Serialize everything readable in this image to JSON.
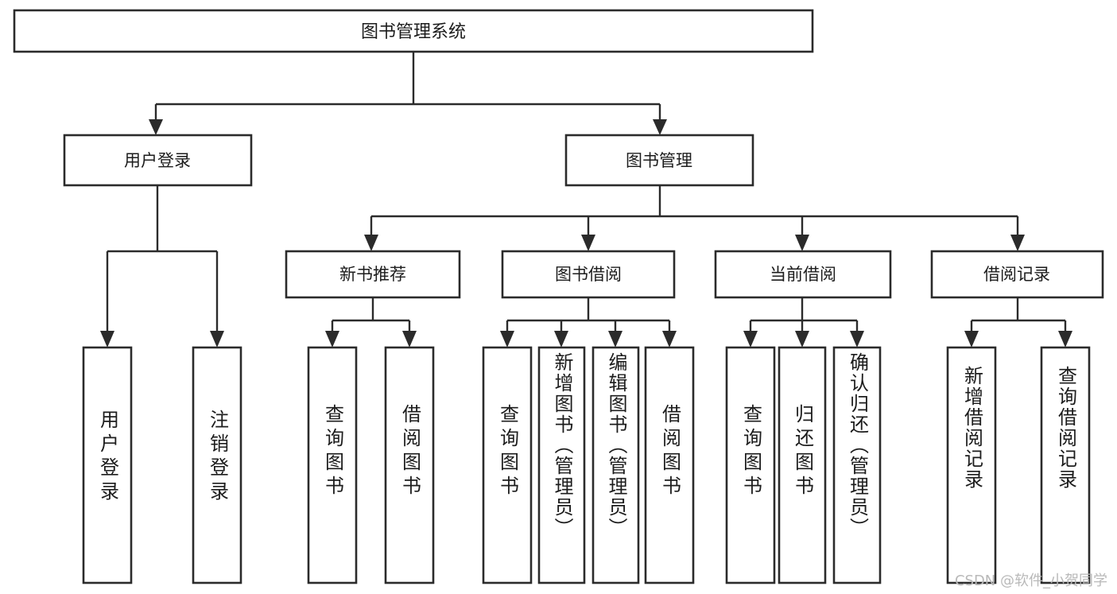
{
  "diagram": {
    "title": "图书管理系统",
    "type": "hierarchy-tree",
    "root": {
      "id": "root",
      "label": "图书管理系统"
    },
    "level2": [
      {
        "id": "user-login",
        "label": "用户登录"
      },
      {
        "id": "book-manage",
        "label": "图书管理"
      }
    ],
    "level3": [
      {
        "id": "new-book-recommend",
        "label": "新书推荐",
        "parent": "book-manage"
      },
      {
        "id": "book-borrow",
        "label": "图书借阅",
        "parent": "book-manage"
      },
      {
        "id": "current-borrow",
        "label": "当前借阅",
        "parent": "book-manage"
      },
      {
        "id": "borrow-record",
        "label": "借阅记录",
        "parent": "book-manage"
      }
    ],
    "leaves": [
      {
        "id": "leaf-user-login",
        "label": "用户登录",
        "parent": "user-login"
      },
      {
        "id": "leaf-user-logout",
        "label": "注销登录",
        "parent": "user-login"
      },
      {
        "id": "leaf-query-book-1",
        "label": "查询图书",
        "parent": "new-book-recommend"
      },
      {
        "id": "leaf-borrow-book-1",
        "label": "借阅图书",
        "parent": "new-book-recommend"
      },
      {
        "id": "leaf-query-book-2",
        "label": "查询图书",
        "parent": "book-borrow"
      },
      {
        "id": "leaf-add-book",
        "label": "新增图书（管理员）",
        "parent": "book-borrow"
      },
      {
        "id": "leaf-edit-book",
        "label": "编辑图书（管理员）",
        "parent": "book-borrow"
      },
      {
        "id": "leaf-borrow-book-2",
        "label": "借阅图书",
        "parent": "book-borrow"
      },
      {
        "id": "leaf-query-book-3",
        "label": "查询图书",
        "parent": "current-borrow"
      },
      {
        "id": "leaf-return-book",
        "label": "归还图书",
        "parent": "current-borrow"
      },
      {
        "id": "leaf-confirm-return",
        "label": "确认归还（管理员）",
        "parent": "current-borrow"
      },
      {
        "id": "leaf-add-record",
        "label": "新增借阅记录",
        "parent": "borrow-record"
      },
      {
        "id": "leaf-query-record",
        "label": "查询借阅记录",
        "parent": "borrow-record"
      }
    ]
  },
  "watermark": {
    "text": "CSDN @软件_小贺同学"
  },
  "colors": {
    "box_stroke": "#2b2b2b",
    "box_fill": "#ffffff",
    "text": "#1c1c1c",
    "watermark": "#b9b9b9",
    "background": "#ffffff"
  }
}
